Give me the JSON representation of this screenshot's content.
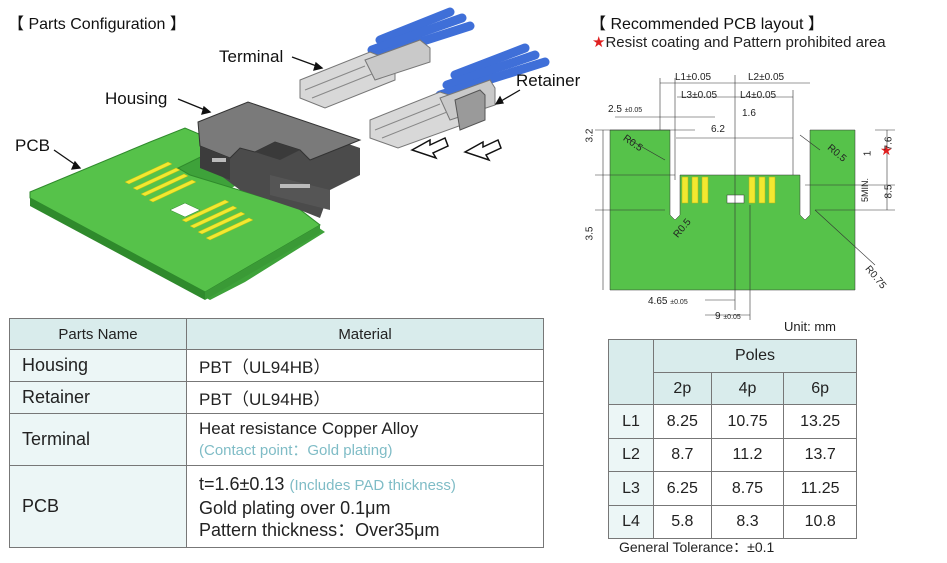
{
  "left": {
    "title": "【 Parts Configuration 】",
    "labels": {
      "terminal": "Terminal",
      "housing": "Housing",
      "pcb": "PCB",
      "retainer": "Retainer"
    }
  },
  "right": {
    "title": "【 Recommended PCB layout 】",
    "note": "Resist coating and Pattern prohibited area",
    "unit": "Unit: mm",
    "dims": {
      "l1": "L1±0.05",
      "l2": "L2±0.05",
      "l3": "L3±0.05",
      "l4": "L4±0.05",
      "d25": "2.5",
      "tol005": "±0.05",
      "d62": "6.2",
      "d16": "1.6",
      "d32": "3.2",
      "d35": "3.5",
      "r05a": "R0.5",
      "r05b": "R0.5",
      "r05c": "R0.5",
      "d1": "1",
      "d76": "7.6",
      "d5min": "5MIN.",
      "d85": "8.5",
      "r075": "R0.75",
      "d465": "4.65",
      "d9": "9"
    }
  },
  "materials": {
    "header": {
      "name": "Parts Name",
      "material": "Material"
    },
    "rows": [
      {
        "name": "Housing",
        "value": "PBT（UL94HB）"
      },
      {
        "name": "Retainer",
        "value": "PBT（UL94HB）"
      },
      {
        "name": "Terminal",
        "value": "Heat resistance Copper Alloy",
        "sub": "(Contact point：Gold plating)"
      },
      {
        "name": "PCB",
        "value": "t=1.6±0.13",
        "sub": "(Includes PAD thickness)",
        "value2": "Gold plating over 0.1μm",
        "value3": "Pattern thickness：Over35μm"
      }
    ]
  },
  "poles": {
    "header": "Poles",
    "cols": [
      "2p",
      "4p",
      "6p"
    ],
    "rows": [
      {
        "label": "L1",
        "v": [
          "8.25",
          "10.75",
          "13.25"
        ]
      },
      {
        "label": "L2",
        "v": [
          "8.7",
          "11.2",
          "13.7"
        ]
      },
      {
        "label": "L3",
        "v": [
          "6.25",
          "8.75",
          "11.25"
        ]
      },
      {
        "label": "L4",
        "v": [
          "5.8",
          "8.3",
          "10.8"
        ]
      }
    ],
    "tolerance": "General Tolerance：±0.1"
  },
  "colors": {
    "pcb_green": "#56c24a",
    "pad_yellow": "#f2e830",
    "housing_gray": "#5a5a5a",
    "wire_blue": "#3f6fd8",
    "star_red": "#e02020",
    "header_teal": "#d9ecec"
  }
}
